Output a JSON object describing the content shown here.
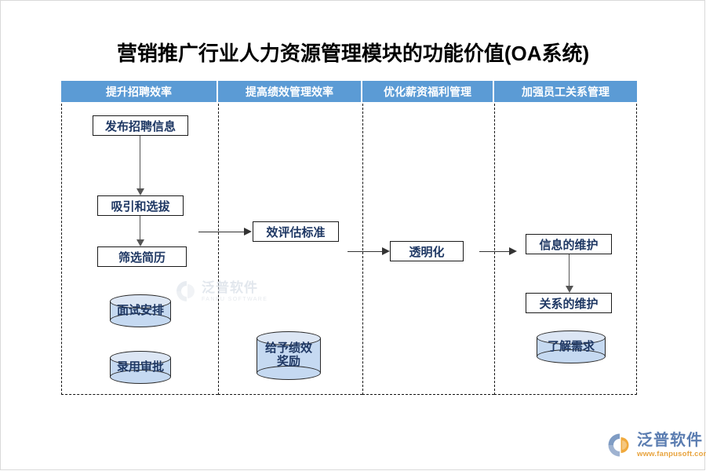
{
  "page": {
    "title": "营销推广行业人力资源管理模块的功能价值(OA系统)"
  },
  "colors": {
    "header_blue": "#5B9BD5",
    "box_text_navy": "#1F3864",
    "cylinder_fill": "#C5D9F1",
    "cylinder_top": "#DCE6F4",
    "logo_cn": "#5B7DB1",
    "logo_en": "#E8A33D"
  },
  "header": {
    "tabs": [
      {
        "label": "提升招聘效率"
      },
      {
        "label": "提高绩效管理效率"
      },
      {
        "label": "优化薪资福利管理"
      },
      {
        "label": "加强员工关系管理"
      }
    ]
  },
  "lanes": [
    {
      "name": "lane-recruitment",
      "boxes": [
        {
          "label": "发布招聘信息"
        },
        {
          "label": "吸引和选拔"
        },
        {
          "label": "筛选简历"
        }
      ],
      "cylinders": [
        {
          "label": "面试安排"
        },
        {
          "label": "录用审批"
        }
      ]
    },
    {
      "name": "lane-performance",
      "boxes": [
        {
          "label": "效评估标准"
        }
      ],
      "cylinders": [
        {
          "label": "给予绩效\n奖励",
          "line1": "给予绩效",
          "line2": "奖励"
        }
      ]
    },
    {
      "name": "lane-compensation",
      "boxes": [
        {
          "label": "透明化"
        }
      ],
      "cylinders": []
    },
    {
      "name": "lane-employee-relations",
      "boxes": [
        {
          "label": "信息的维护"
        },
        {
          "label": "关系的维护"
        }
      ],
      "cylinders": [
        {
          "label": "了解需求"
        }
      ]
    }
  ],
  "watermark": {
    "cn": "泛普软件",
    "en": "FANPU SOFTWARE"
  },
  "logo": {
    "cn": "泛普软件",
    "url": "www.fanpusoft.com"
  }
}
